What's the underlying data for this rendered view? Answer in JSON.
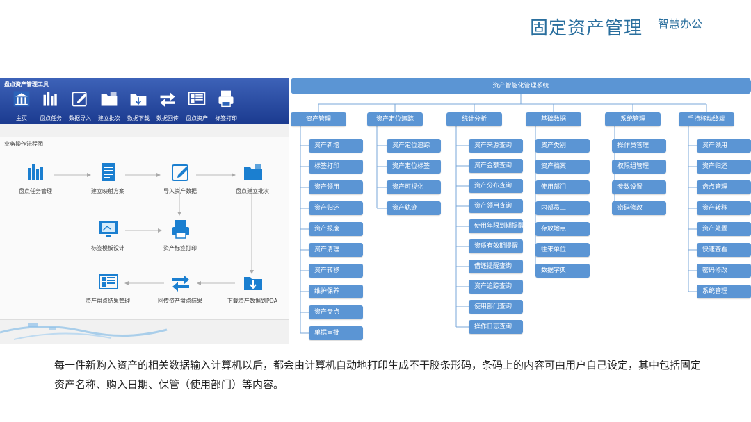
{
  "header": {
    "title": "固定资产管理",
    "subtitle": "智慧办公"
  },
  "app": {
    "title": "盘点资产管理工具",
    "toolbar": [
      {
        "label": "主页",
        "icon": "home-icon"
      },
      {
        "label": "盘点任务",
        "icon": "bar-chart-icon"
      },
      {
        "label": "数据导入",
        "icon": "import-icon"
      },
      {
        "label": "建立批次",
        "icon": "folder-icon"
      },
      {
        "label": "数据下载",
        "icon": "download-icon"
      },
      {
        "label": "数据回传",
        "icon": "transfer-icon"
      },
      {
        "label": "盘点资产",
        "icon": "grid-icon"
      },
      {
        "label": "标签打印",
        "icon": "print-icon"
      }
    ],
    "flow_title": "业务操作流程图",
    "flow": [
      {
        "label": "盘点任务管理",
        "icon": "bar-chart-icon"
      },
      {
        "label": "建立映射方案",
        "icon": "document-icon"
      },
      {
        "label": "导入资产数据",
        "icon": "import-icon"
      },
      {
        "label": "盘点建立批次",
        "icon": "folder-icon"
      },
      {
        "label": "标签模板设计",
        "icon": "monitor-icon"
      },
      {
        "label": "资产标签打印",
        "icon": "print-icon"
      },
      {
        "label": "资产盘点结果管理",
        "icon": "grid-icon"
      },
      {
        "label": "回传资产盘点结果",
        "icon": "transfer-icon"
      },
      {
        "label": "下载资产数据到PDA",
        "icon": "download-icon"
      }
    ]
  },
  "org": {
    "root": "资产智能化管理系统",
    "categories": [
      {
        "label": "资产管理",
        "items": [
          "资产新增",
          "标签打印",
          "资产领用",
          "资产归还",
          "资产报废",
          "资产清理",
          "资产转移",
          "维护保养",
          "资产盘点",
          "单据审批"
        ]
      },
      {
        "label": "资产定位追踪",
        "items": [
          "资产定位追踪",
          "资产定位标签",
          "资产可视化",
          "资产轨迹"
        ]
      },
      {
        "label": "统计分析",
        "items": [
          "资产来源查询",
          "资产金额查询",
          "资产分布查询",
          "资产领用查询",
          "使用年限到期提醒",
          "资质有效期提醒",
          "借还提醒查询",
          "资产追踪查询",
          "使用部门查询",
          "操作日志查询"
        ]
      },
      {
        "label": "基础数据",
        "items": [
          "资产类别",
          "资产档案",
          "使用部门",
          "内部员工",
          "存放地点",
          "往来单位",
          "数据字典"
        ]
      },
      {
        "label": "系统管理",
        "items": [
          "操作员管理",
          "权限组管理",
          "参数设置",
          "密码修改"
        ]
      },
      {
        "label": "手持移动终端",
        "items": [
          "资产领用",
          "资产归还",
          "盘点管理",
          "资产转移",
          "资产处置",
          "快速查看",
          "密码修改",
          "系统管理"
        ]
      }
    ]
  },
  "caption": "每一件新购入资产的相关数据输入计算机以后，都会由计算机自动地打印生成不干胶条形码，条码上的内容可由用户自己设定，其中包括固定资产名称、购入日期、保管（使用部门）等内容。",
  "colors": {
    "accent": "#2a6f9e",
    "box": "#5b95d4",
    "toolbar": "#1b3a8f"
  }
}
